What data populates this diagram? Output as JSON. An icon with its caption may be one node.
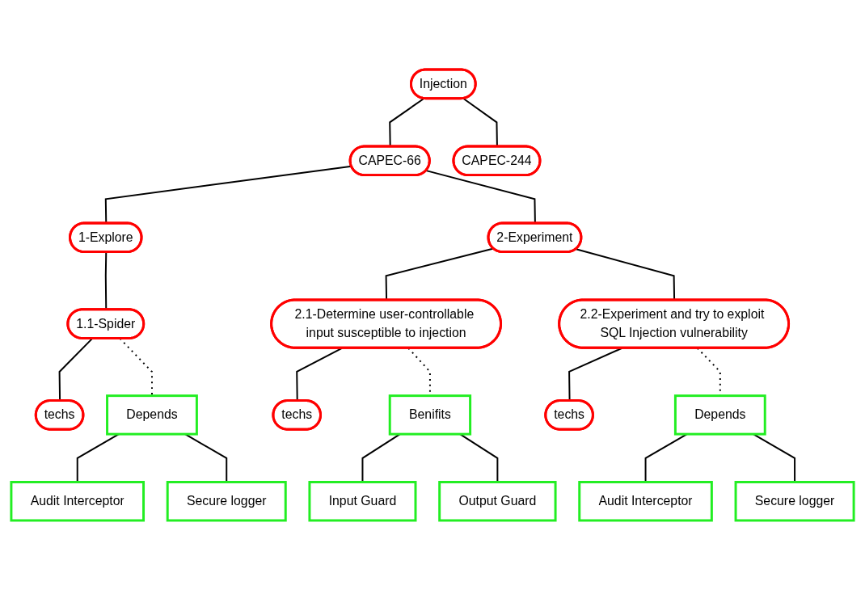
{
  "diagram": {
    "nodes": [
      {
        "text": [
          "Injection"
        ]
      },
      {
        "text": [
          "CAPEC-66"
        ]
      },
      {
        "text": [
          "CAPEC-244"
        ]
      },
      {
        "text": [
          "1-Explore"
        ]
      },
      {
        "text": [
          "2-Experiment"
        ]
      },
      {
        "text": [
          "1.1-Spider"
        ]
      },
      {
        "text": [
          "2.1-Determine user-controllable input susceptible to injection"
        ]
      },
      {
        "text": [
          "2.2-Experiment and try to exploit SQL Injection vulnerability"
        ]
      },
      {
        "text": [
          "techs"
        ]
      },
      {
        "text": [
          "Depends"
        ]
      },
      {
        "text": [
          "techs"
        ]
      },
      {
        "text": [
          "Benifits"
        ]
      },
      {
        "text": [
          "techs"
        ]
      },
      {
        "text": [
          "Depends"
        ]
      },
      {
        "text": [
          "Audit Interceptor"
        ]
      },
      {
        "text": [
          "Secure logger"
        ]
      },
      {
        "text": [
          "Input Guard"
        ]
      },
      {
        "text": [
          "Output Guard"
        ]
      },
      {
        "text": [
          "Audit Interceptor"
        ]
      },
      {
        "text": [
          "Secure logger"
        ]
      }
    ],
    "edges": [
      {
        "from": 0,
        "to": 1,
        "arrow": "none"
      },
      {
        "from": 0,
        "to": 2,
        "arrow": "none"
      },
      {
        "from": 1,
        "to": 3,
        "arrow": "none"
      },
      {
        "from": 1,
        "to": 4,
        "arrow": "none"
      },
      {
        "from": 3,
        "to": 5,
        "arrow": "none"
      },
      {
        "from": 4,
        "to": 6,
        "arrow": "none"
      },
      {
        "from": 4,
        "to": 7,
        "arrow": "none"
      },
      {
        "from": 5,
        "to": 8,
        "arrow": "none"
      },
      {
        "from": 5,
        "to": 9,
        "arrow": "none",
        "style": "dashed"
      },
      {
        "from": 6,
        "to": 10,
        "arrow": "none"
      },
      {
        "from": 6,
        "to": 11,
        "arrow": "none",
        "style": "dashed"
      },
      {
        "from": 7,
        "to": 12,
        "arrow": "none"
      },
      {
        "from": 7,
        "to": 13,
        "arrow": "none",
        "style": "dashed"
      },
      {
        "from": 9,
        "to": 14,
        "arrow": "none"
      },
      {
        "from": 9,
        "to": 15,
        "arrow": "none"
      },
      {
        "from": 11,
        "to": 16,
        "arrow": "none"
      },
      {
        "from": 11,
        "to": 17,
        "arrow": "none"
      },
      {
        "from": 13,
        "to": 18,
        "arrow": "none"
      },
      {
        "from": 13,
        "to": 19,
        "arrow": "none"
      }
    ]
  }
}
